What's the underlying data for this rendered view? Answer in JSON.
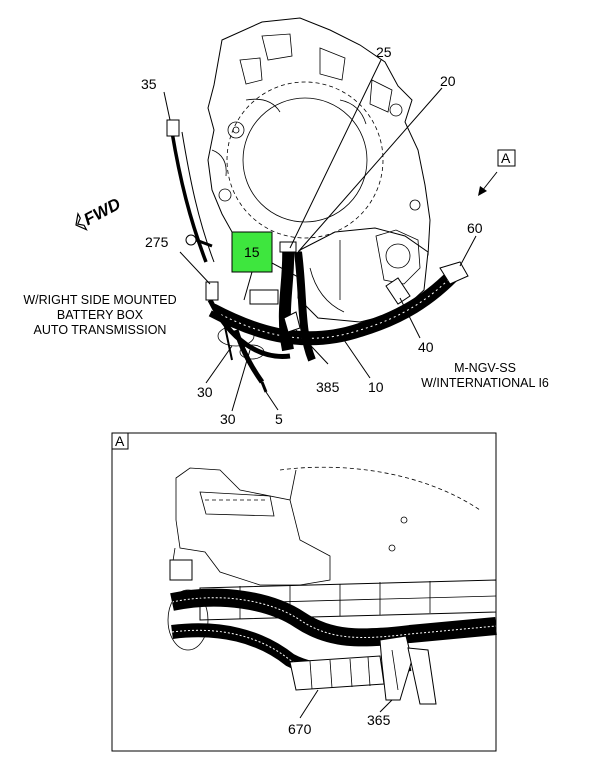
{
  "main_callouts": {
    "c35": "35",
    "c25": "25",
    "c20": "20",
    "c60": "60",
    "c275": "275",
    "c15": "15",
    "c40": "40",
    "c30a": "30",
    "c30b": "30",
    "c385": "385",
    "c10": "10",
    "c5": "5"
  },
  "view_ref": "A",
  "forward_indicator": "FWD",
  "note_left": {
    "line1": "W/RIGHT SIDE MOUNTED",
    "line2": "BATTERY BOX",
    "line3": "AUTO TRANSMISSION"
  },
  "note_right": {
    "line1": "M-NGV-SS",
    "line2": "W/INTERNATIONAL I6"
  },
  "detail": {
    "label": "A",
    "c670": "670",
    "c365": "365"
  },
  "colors": {
    "highlight": "#3ee63e",
    "line": "#000000"
  }
}
